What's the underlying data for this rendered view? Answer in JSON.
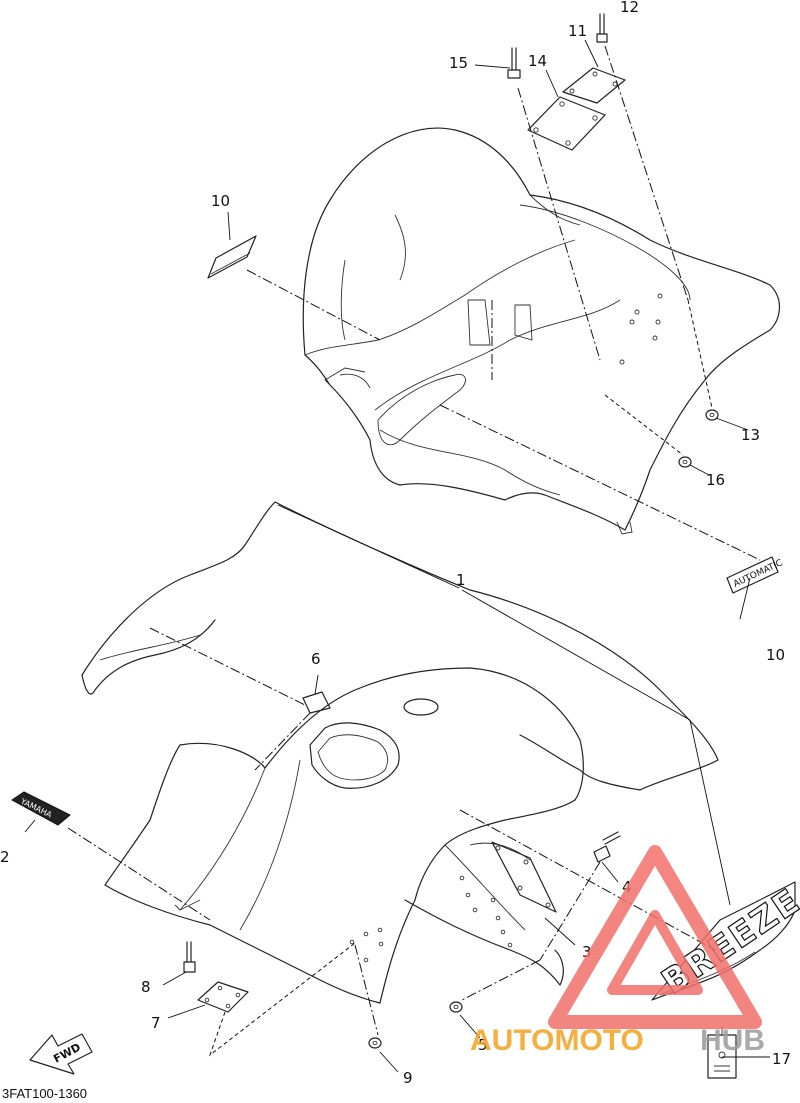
{
  "diagram": {
    "code": "3FAT100-1360",
    "fwd_label": "FWD",
    "decals": {
      "yamaha": "YAMAHA",
      "automatic": "AUTOMATIC",
      "breeze": "BREEZE"
    },
    "callouts": [
      {
        "id": "1",
        "label": "1"
      },
      {
        "id": "2",
        "label": "2"
      },
      {
        "id": "3",
        "label": "3"
      },
      {
        "id": "4",
        "label": "4"
      },
      {
        "id": "5",
        "label": "5"
      },
      {
        "id": "6",
        "label": "6"
      },
      {
        "id": "7",
        "label": "7"
      },
      {
        "id": "8",
        "label": "8"
      },
      {
        "id": "9",
        "label": "9"
      },
      {
        "id": "10a",
        "label": "10"
      },
      {
        "id": "10b",
        "label": "10"
      },
      {
        "id": "11",
        "label": "11"
      },
      {
        "id": "12",
        "label": "12"
      },
      {
        "id": "13",
        "label": "13"
      },
      {
        "id": "14",
        "label": "14"
      },
      {
        "id": "15",
        "label": "15"
      },
      {
        "id": "16",
        "label": "16"
      },
      {
        "id": "17",
        "label": "17"
      }
    ]
  },
  "watermark": {
    "prefix": "AUTOMOTO",
    "suffix": "HUB",
    "prefix_color": "#f4a21e",
    "suffix_color": "#9b9b9b",
    "triangle_color": "#f2706a"
  }
}
